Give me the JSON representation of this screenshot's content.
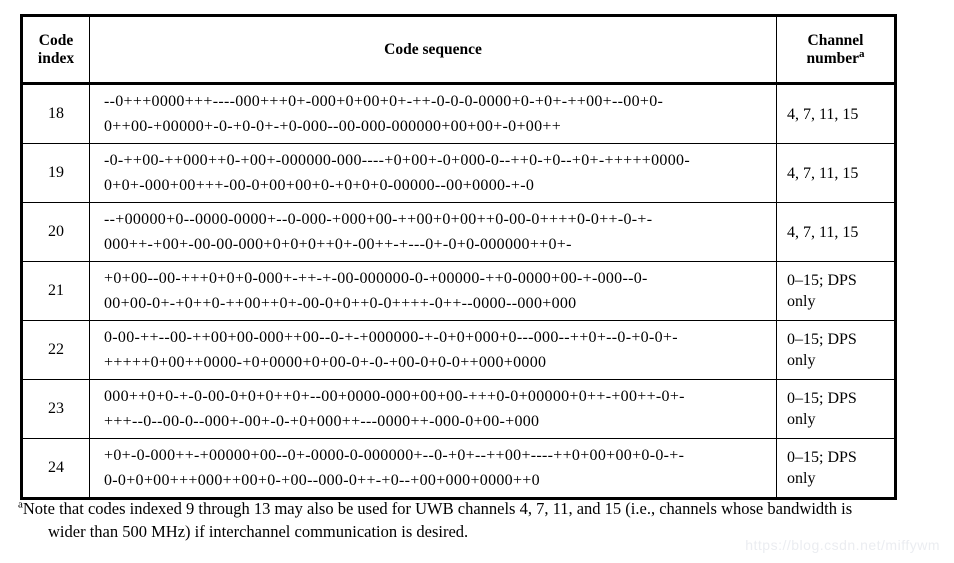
{
  "table": {
    "headers": {
      "code_index": "Code index",
      "code_sequence": "Code sequence",
      "channel_number": "Channel number",
      "channel_number_sup": "a"
    },
    "rows": [
      {
        "index": "18",
        "sequence_lines": [
          "--0+++0000+++----000+++0+-000+0+00+0+-++-0-0-0-0000+0-+0+-++00+--00+0-",
          "0++00-+00000+-0-+0-0+-+0-000--00-000-000000+00+00+-0+00++"
        ],
        "channel": "4, 7, 11, 15"
      },
      {
        "index": "19",
        "sequence_lines": [
          "-0-++00-++000++0-+00+-000000-000----+0+00+-0+000-0--++0-+0--+0+-+++++0000-",
          "0+0+-000+00+++-00-0+00+00+0-+0+0+0-00000--00+0000-+-0"
        ],
        "channel": "4, 7, 11, 15"
      },
      {
        "index": "20",
        "sequence_lines": [
          "--+00000+0--0000-0000+--0-000-+000+00-++00+0+00++0-00-0++++0-0++-0-+-",
          "000++-+00+-00-00-000+0+0+0++0+-00++-+---0+-0+0-000000++0+-"
        ],
        "channel": "4, 7, 11, 15"
      },
      {
        "index": "21",
        "sequence_lines": [
          "+0+00--00-+++0+0+0-000+-++-+-00-000000-0-+00000-++0-0000+00-+-000--0-",
          "00+00-0+-+0++0-++00++0+-00-0+0++0-0++++-0++--0000--000+000"
        ],
        "channel": "0–15; DPS only"
      },
      {
        "index": "22",
        "sequence_lines": [
          "0-00-++--00-++00+00-000++00--0-+-+000000-+-0+0+000+0---000--++0+--0-+0-0+-",
          "+++++0+00++0000-+0+0000+0+00-0+-0-+00-0+0-0++000+0000"
        ],
        "channel": "0–15; DPS only"
      },
      {
        "index": "23",
        "sequence_lines": [
          "000++0+0-+-0-00-0+0+0++0+--00+0000-000+00+00-+++0-0+00000+0++-+00++-0+-",
          "+++--0--00-0--000+-00+-0-+0+000++---0000++-000-0+00-+000"
        ],
        "channel": "0–15; DPS only"
      },
      {
        "index": "24",
        "sequence_lines": [
          "+0+-0-000++-+00000+00--0+-0000-0-000000+--0-+0+--++00+----++0+00+00+0-0-+-",
          "0-0+0+00+++000++00+0-+00--000-0++-+0--+00+000+0000++0"
        ],
        "channel": "0–15; DPS only"
      }
    ]
  },
  "footnote": {
    "sup": "a",
    "text": "Note that codes indexed 9 through 13 may also be used for UWB channels 4, 7, 11, and 15 (i.e., channels whose bandwidth is wider than 500 MHz) if interchannel communication is desired."
  },
  "watermark": "https://blog.csdn.net/miffywm"
}
